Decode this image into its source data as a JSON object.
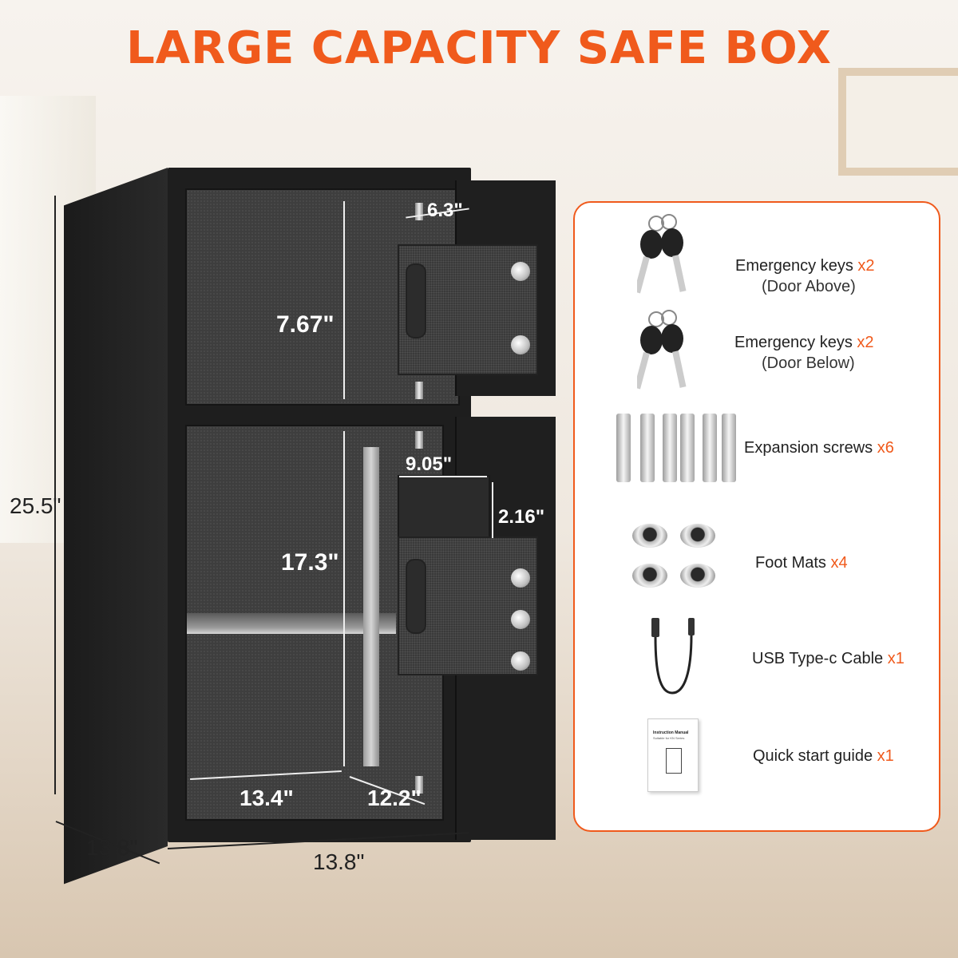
{
  "title": "LARGE CAPACITY SAFE BOX",
  "colors": {
    "accent": "#f05a1c",
    "safe_body": "#1e1e1e",
    "interior": "#3e3e3e"
  },
  "dimensions": {
    "height_total": "25.5\"",
    "depth": "13.8\"",
    "width": "13.8\"",
    "top_interior_height": "7.67\"",
    "top_lockbox_depth": "6.3\"",
    "bottom_interior_height": "17.3\"",
    "bottom_hood_width": "9.05\"",
    "bottom_hood_height": "2.16\"",
    "interior_width": "13.4\"",
    "interior_depth": "12.2\""
  },
  "accessories": [
    {
      "label": "Emergency keys ",
      "qty": "x2",
      "sub": "(Door Above)",
      "icon": "keys-icon"
    },
    {
      "label": "Emergency keys ",
      "qty": "x2",
      "sub": "(Door Below)",
      "icon": "keys-icon"
    },
    {
      "label": "Expansion screws ",
      "qty": "x6",
      "sub": "",
      "icon": "screws-icon"
    },
    {
      "label": "Foot Mats ",
      "qty": "x4",
      "sub": "",
      "icon": "foot-mats-icon"
    },
    {
      "label": "USB Type-c Cable ",
      "qty": "x1",
      "sub": "",
      "icon": "usb-cable-icon"
    },
    {
      "label": "Quick start guide ",
      "qty": "x1",
      "sub": "",
      "icon": "manual-icon"
    }
  ],
  "manual": {
    "title": "Instruction Manual",
    "subtitle": "Suitable for KN Series"
  }
}
